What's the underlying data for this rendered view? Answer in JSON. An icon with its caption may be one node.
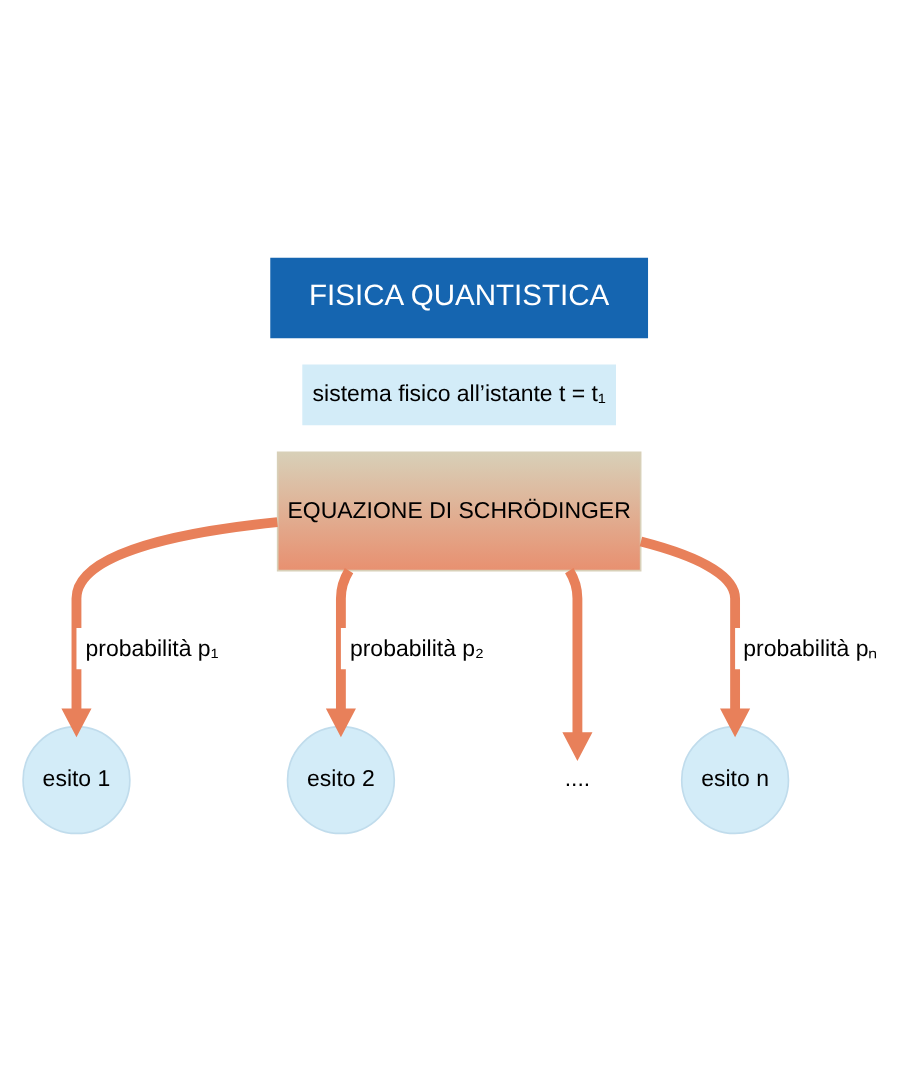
{
  "diagram": {
    "nodes": [
      {
        "text": [
          "FISICA QUANTISTICA"
        ]
      },
      {
        "text": [
          "sistema fisico all’istante t = t₁"
        ]
      },
      {
        "text": [
          "EQUAZIONE DI SCHRÖDINGER"
        ]
      },
      {
        "text": [
          "esito 1"
        ]
      },
      {
        "text": [
          "esito 2"
        ]
      },
      {
        "text": [
          "...."
        ]
      },
      {
        "text": [
          "esito n"
        ]
      }
    ],
    "edges": [
      {
        "from": 2,
        "to": 3,
        "arrow": "to",
        "label": "probabilità p₁"
      },
      {
        "from": 2,
        "to": 4,
        "arrow": "to",
        "label": "probabilità p₂"
      },
      {
        "from": 2,
        "to": 5,
        "arrow": "to"
      },
      {
        "from": 2,
        "to": 6,
        "arrow": "to",
        "label": "probabilità pₙ"
      }
    ]
  }
}
